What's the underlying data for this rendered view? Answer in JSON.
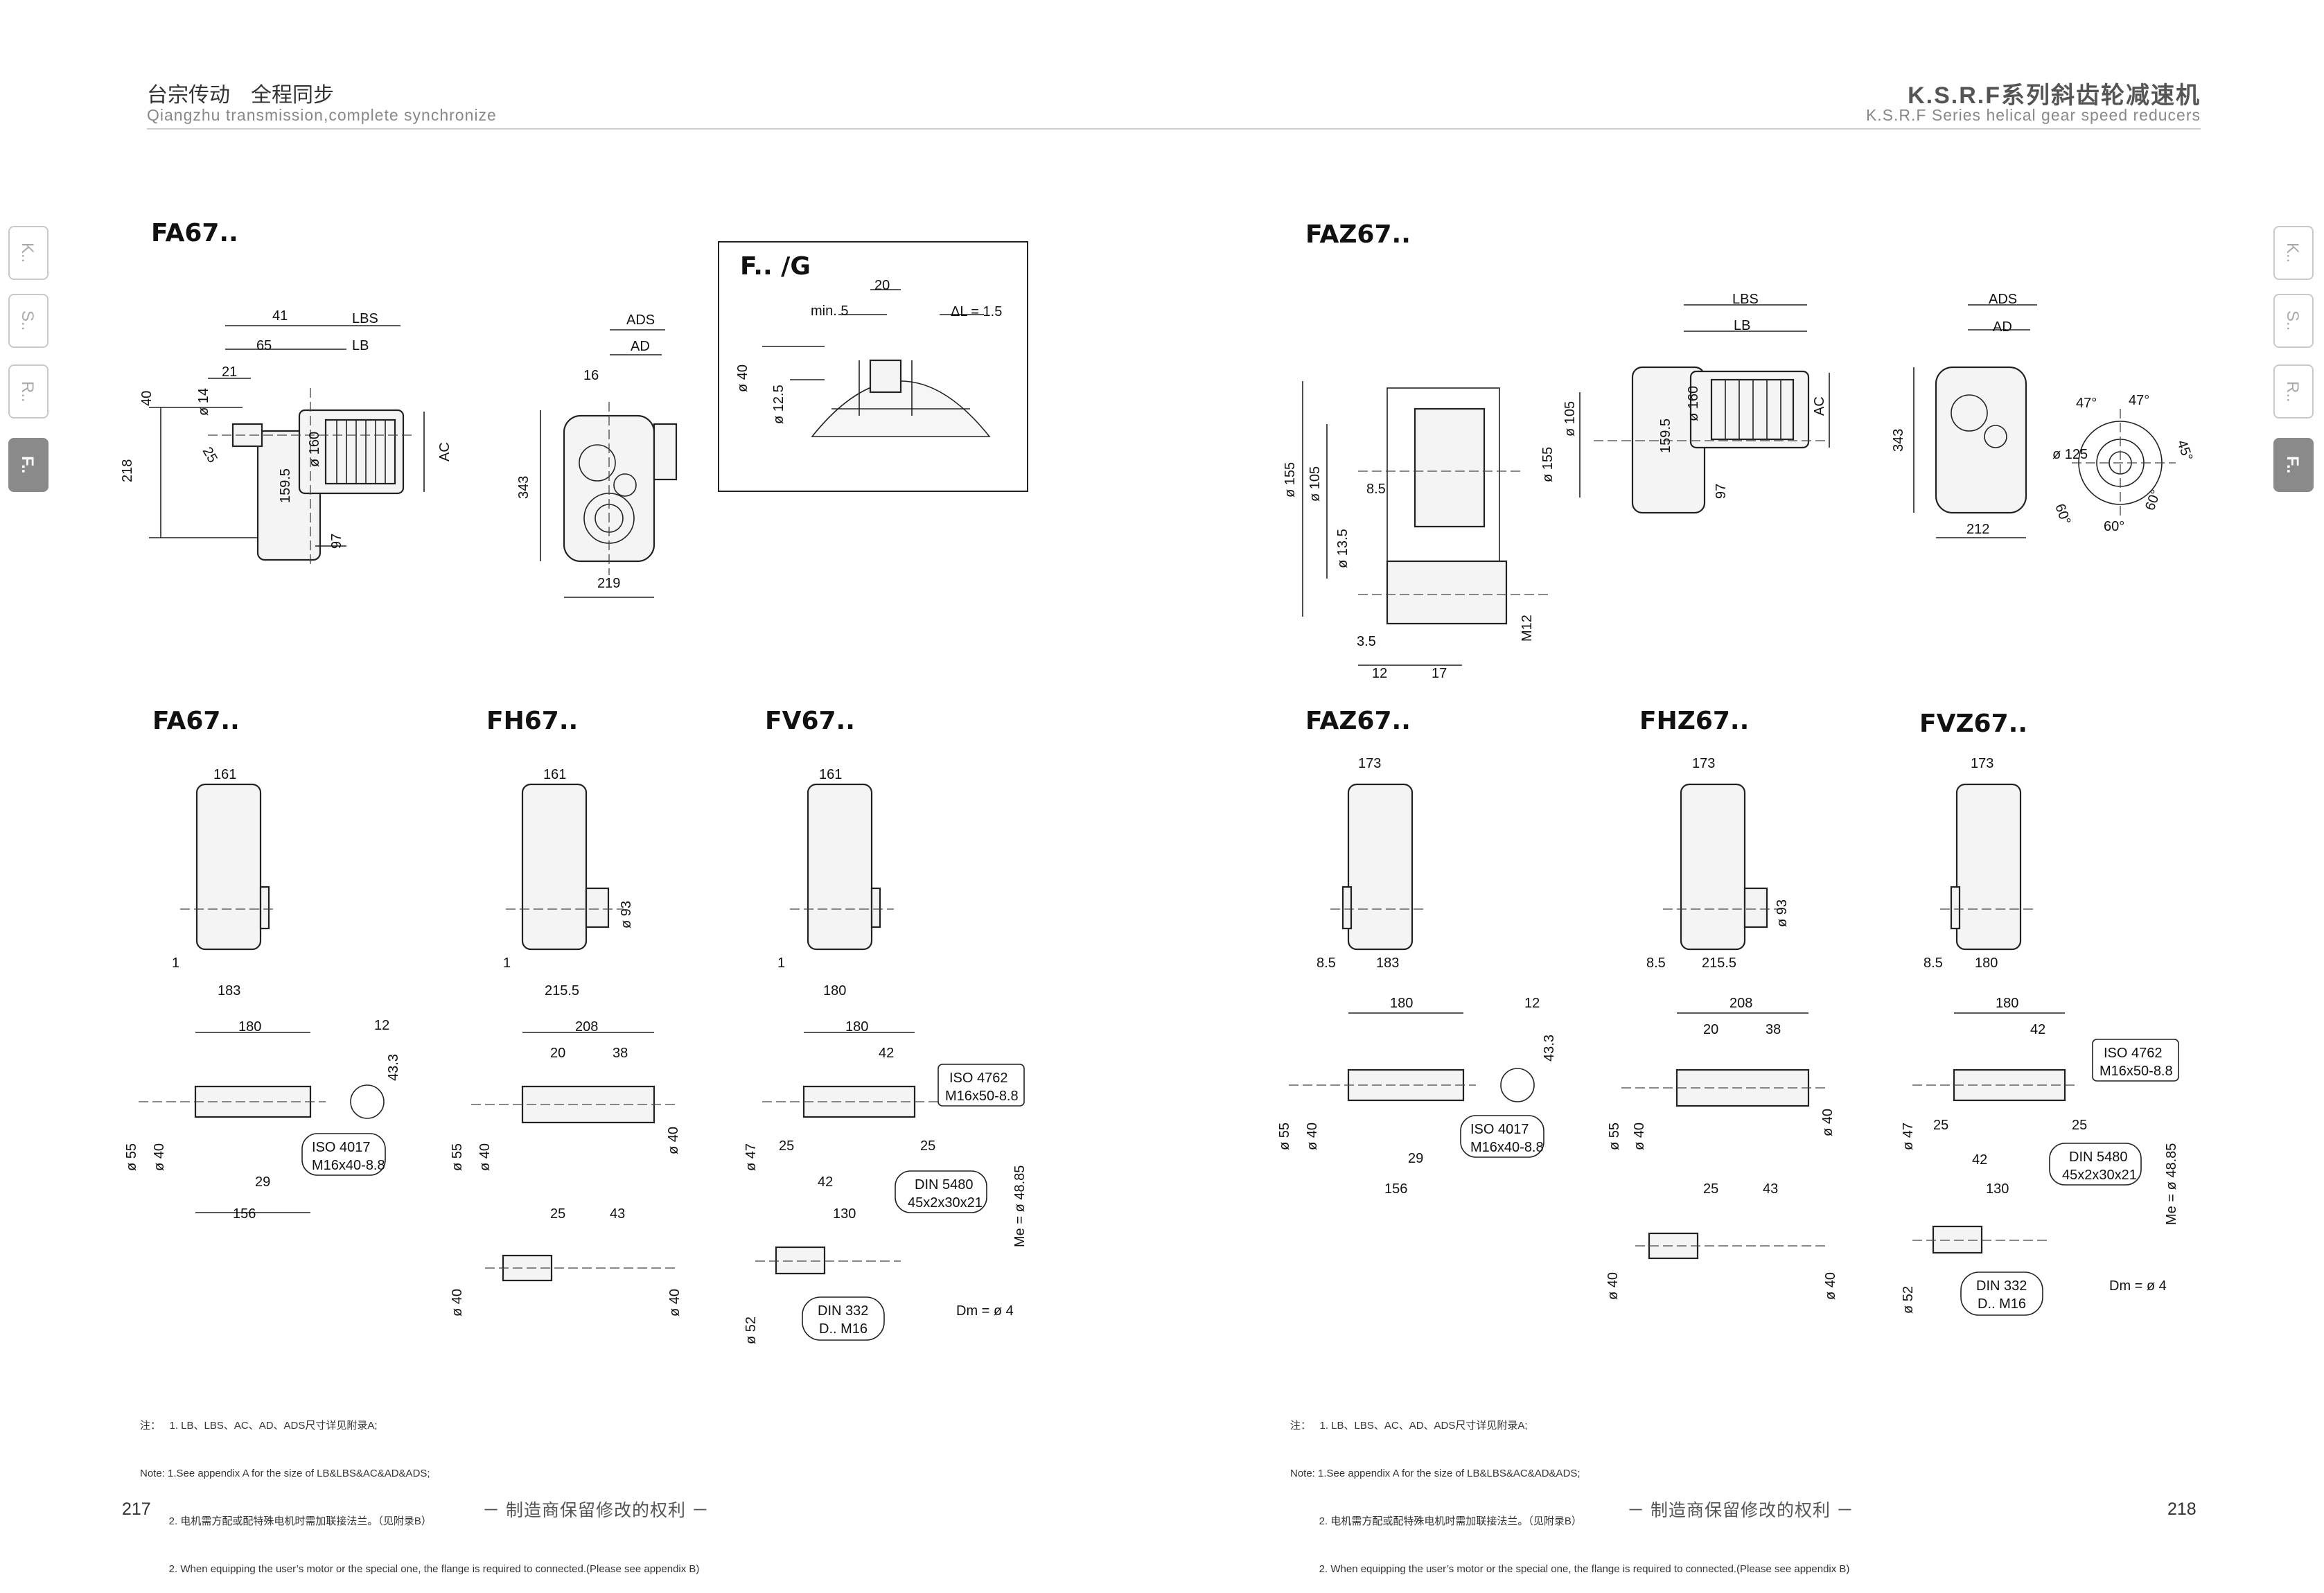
{
  "header": {
    "left_cn": "台宗传动　全程同步",
    "left_en": "Qiangzhu transmission,complete synchronize",
    "right_cn": "K.S.R.F系列斜齿轮减速机",
    "right_en": "K.S.R.F Series helical gear speed reducers"
  },
  "side_tabs": [
    "K..",
    "S..",
    "R..",
    "F.."
  ],
  "active_tab": "F..",
  "left_page": {
    "model_top": "FA67..",
    "inset_title": "F.. /G",
    "model_bottom": [
      "FA67..",
      "FH67..",
      "FV67.."
    ]
  },
  "right_page": {
    "model_top": "FAZ67..",
    "model_bottom": [
      "FAZ67..",
      "FHZ67..",
      "FVZ67.."
    ]
  },
  "dims": {
    "d41": "41",
    "LBS": "LBS",
    "d65": "65",
    "LB": "LB",
    "d21": "21",
    "d40": "40",
    "d14": "ø 14",
    "d25": "25",
    "d218": "218",
    "d160": "ø 160",
    "d1595": "159.5",
    "d97": "97",
    "AC": "AC",
    "ADS": "ADS",
    "AD": "AD",
    "d16": "16",
    "d343": "343",
    "d219": "219",
    "d212": "212",
    "d20": "20",
    "min5": "min. 5",
    "dL": "ΔL = 1.5",
    "d40b": "ø 40",
    "d125": "ø 12.5",
    "d155": "ø 155",
    "d105": "ø 105",
    "d85": "8.5",
    "d135": "ø 13.5",
    "d35": "3.5",
    "d12": "12",
    "d17": "17",
    "M12": "M12",
    "d125b": "ø 125",
    "a47a": "47°",
    "a47b": "47°",
    "a45": "45°",
    "a60a": "60°",
    "a60b": "60°",
    "a60c": "60°",
    "d161": "161",
    "d173": "173",
    "d183": "183",
    "d2155": "215.5",
    "d180": "180",
    "d1": "1",
    "d93": "ø 93",
    "d208": "208",
    "d38": "38",
    "d433": "43.3",
    "d55": "ø 55",
    "d40h7": "ø 40",
    "d29": "29",
    "d156": "156",
    "d43": "43",
    "d40h6": "ø 40",
    "d42": "42",
    "d47": "ø 47",
    "d130": "130",
    "d52": "ø 52",
    "Me": "Me = ø 48.85",
    "Dm": "Dm = ø 4",
    "iso4017": "ISO 4017",
    "m1640": "M16x40-8.8",
    "iso4762": "ISO 4762",
    "m1650": "M16x50-8.8",
    "din5480": "DIN 5480",
    "spline": "45x2x30x21",
    "din332": "DIN 332",
    "dm16": "D.. M16"
  },
  "notes": [
    "注：   1. LB、LBS、AC、AD、ADS尺寸详见附录A;",
    "Note: 1.See appendix A for the size of LB&LBS&AC&AD&ADS;",
    "          2. 电机需方配或配特殊电机时需加联接法兰。（见附录B）",
    "          2. When equipping the user’s motor or the special one, the flange is required to connected.(Please see appendix B)"
  ],
  "footer": {
    "left_page": "217",
    "right_page": "218",
    "rights": "－ 制造商保留修改的权利 －"
  }
}
